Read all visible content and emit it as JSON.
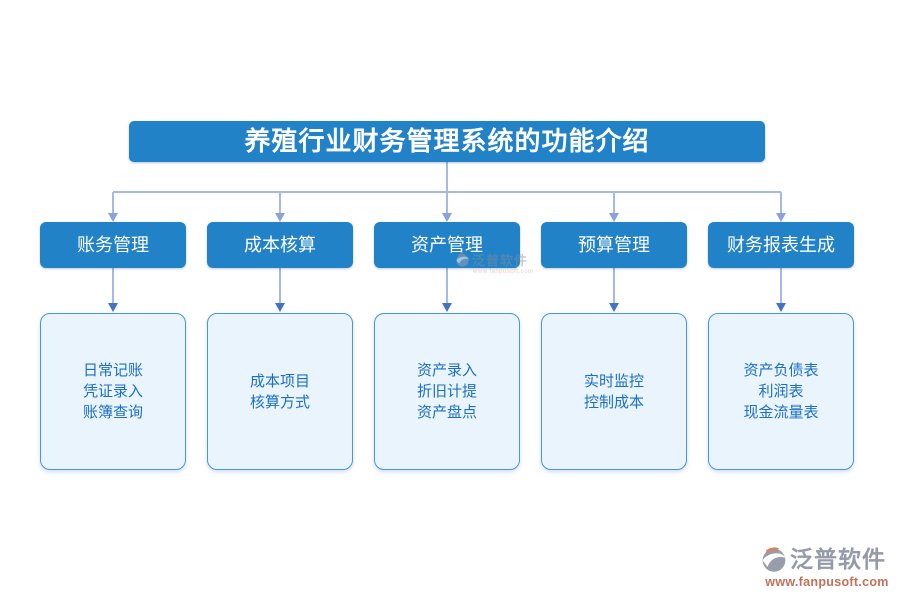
{
  "title": "养殖行业财务管理系统的功能介绍",
  "columns": [
    {
      "label": "账务管理",
      "items": [
        "日常记账",
        "凭证录入",
        "账簿查询"
      ]
    },
    {
      "label": "成本核算",
      "items": [
        "成本项目",
        "核算方式"
      ]
    },
    {
      "label": "资产管理",
      "items": [
        "资产录入",
        "折旧计提",
        "资产盘点"
      ]
    },
    {
      "label": "预算管理",
      "items": [
        "实时监控",
        "控制成本"
      ]
    },
    {
      "label": "财务报表生成",
      "items": [
        "资产负债表",
        "利润表",
        "现金流量表"
      ]
    }
  ],
  "watermark": {
    "text": "泛普软件"
  },
  "footer": {
    "brand": "泛普软件",
    "url": "www.fanpusoft.com",
    "logo_icon": "fanpu-swirl-logo"
  },
  "colors": {
    "primary_blue": "#2182c8",
    "connector_line": "#a6b8e4",
    "arrow_top": "#8aa2dd",
    "arrow_bottom": "#4472c4",
    "detail_fill": "#eaf4fd",
    "detail_border": "#4a94e0",
    "detail_text": "#1b6fc5",
    "brand_gray": "#9599a9",
    "url_orange": "#c4705a"
  }
}
